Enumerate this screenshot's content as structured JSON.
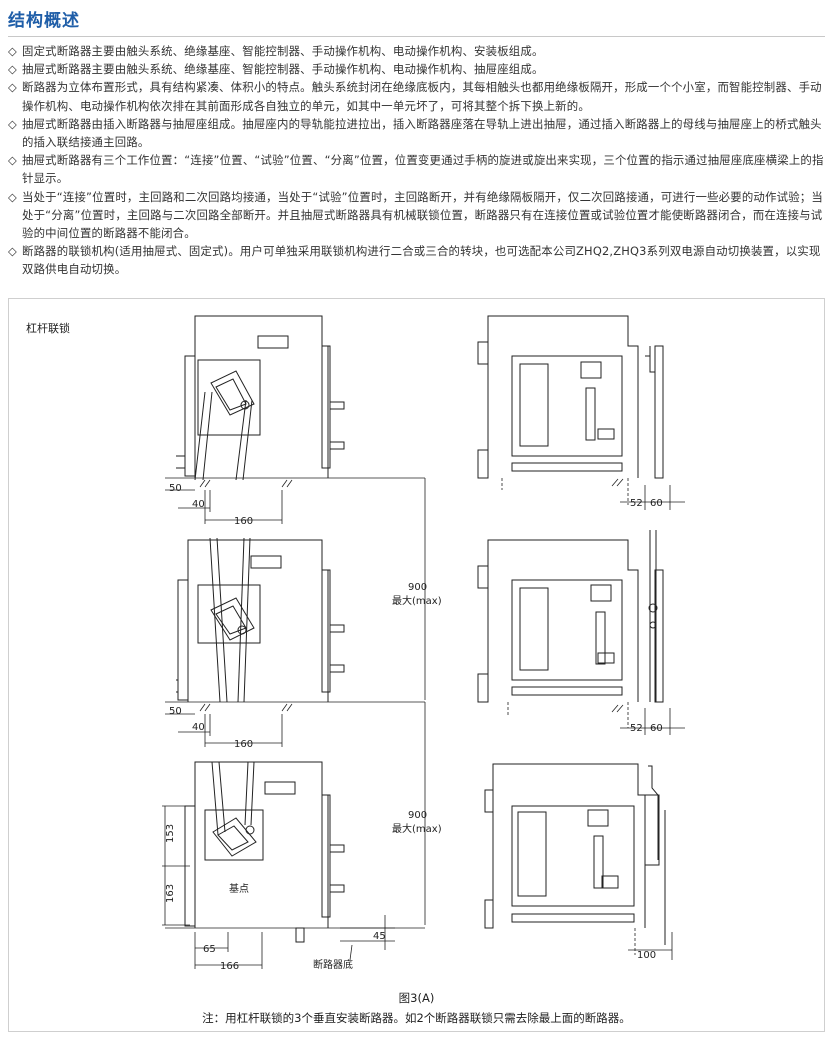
{
  "title": "结构概述",
  "bullet_marker": "◇",
  "bullets": [
    "固定式断路器主要由触头系统、绝缘基座、智能控制器、手动操作机构、电动操作机构、安装板组成。",
    "抽屉式断路器主要由触头系统、绝缘基座、智能控制器、手动操作机构、电动操作机构、抽屉座组成。",
    "断路器为立体布置形式，具有结构紧凑、体积小的特点。触头系统封闭在绝缘底板内，其每相触头也都用绝缘板隔开，形成一个个小室，而智能控制器、手动操作机构、电动操作机构依次排在其前面形成各自独立的单元，如其中一单元坏了，可将其整个拆下换上新的。",
    "抽屉式断路器由插入断路器与抽屉座组成。抽屉座内的导轨能拉进拉出，插入断路器座落在导轨上进出抽屉，通过插入断路器上的母线与抽屉座上的桥式触头的插入联结接通主回路。",
    "抽屉式断路器有三个工作位置：“连接”位置、“试验”位置、“分离”位置，位置变更通过手柄的旋进或旋出来实现，三个位置的指示通过抽屉座底座横梁上的指针显示。",
    "当处于“连接”位置时，主回路和二次回路均接通，当处于“试验”位置时，主回路断开，并有绝缘隔板隔开，仅二次回路接通，可进行一些必要的动作试验；当处于“分离”位置时，主回路与二次回路全部断开。并且抽屉式断路器具有机械联锁位置，断路器只有在连接位置或试验位置才能使断路器闭合，而在连接与试验的中间位置的断路器不能闭合。",
    "断路器的联锁机构(适用抽屉式、固定式)。用户可单独采用联锁机构进行二合或三合的转块，也可选配本公司ZHQ2,ZHQ3系列双电源自动切换装置，以实现双路供电自动切换。"
  ],
  "figure": {
    "label": "杠杆联锁",
    "dims": {
      "d50": "50",
      "d40": "40",
      "d160": "160",
      "d52": "52",
      "d60": "60",
      "d900": "900",
      "max": "最大(max)",
      "d153": "153",
      "d163": "163",
      "d65": "65",
      "d166": "166",
      "d45": "45",
      "d100": "100",
      "base_point": "基点",
      "breaker_base": "断路器底"
    },
    "caption": "图3(A)",
    "note": "注：用杠杆联锁的3个垂直安装断路器。如2个断路器联锁只需去除最上面的断路器。"
  }
}
